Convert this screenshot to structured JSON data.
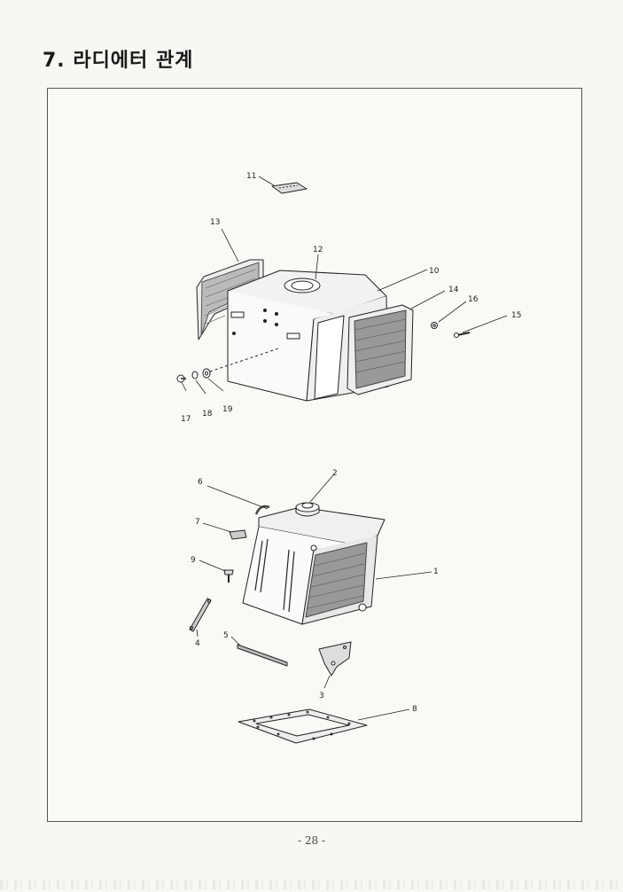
{
  "title": "7. 라디에터 관계",
  "page_number": "- 28 -",
  "callouts": {
    "c1": "1",
    "c2": "2",
    "c3": "3",
    "c4": "4",
    "c5": "5",
    "c6": "6",
    "c7": "7",
    "c8": "8",
    "c9": "9",
    "c10": "10",
    "c11": "11",
    "c12": "12",
    "c13": "13",
    "c14": "14",
    "c15": "15",
    "c16": "16",
    "c17": "17",
    "c18": "18",
    "c19": "19"
  }
}
